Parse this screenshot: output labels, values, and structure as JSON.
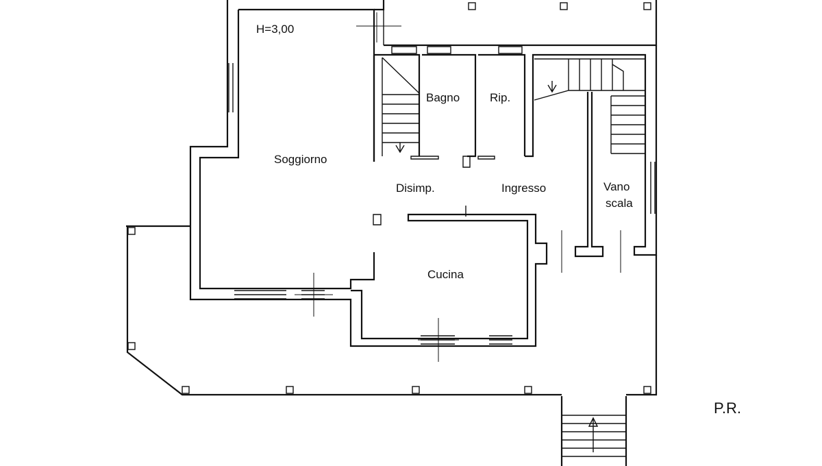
{
  "plan": {
    "height_note": "H=3,00",
    "floor_label": "P.R.",
    "rooms": {
      "soggiorno": "Soggiorno",
      "bagno": "Bagno",
      "ripostiglio": "Rip.",
      "disimpegno": "Disimp.",
      "ingresso": "Ingresso",
      "vano_line1": "Vano",
      "vano_line2": "scala",
      "cucina": "Cucina"
    }
  }
}
